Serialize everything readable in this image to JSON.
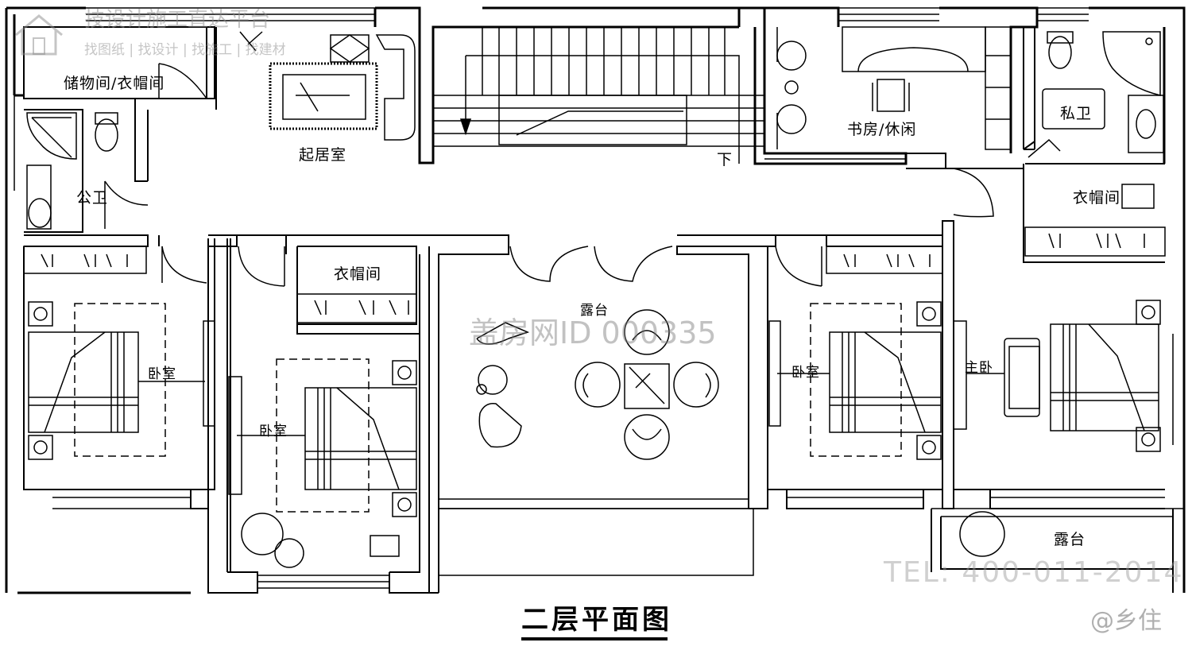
{
  "drawing": {
    "title": "二层平面图",
    "rooms": {
      "storage": "储物间/衣帽间",
      "living": "起居室",
      "stairs_down": "下",
      "study": "书房/休闲",
      "private_bath": "私卫",
      "public_bath": "公卫",
      "closet_right": "衣帽间",
      "closet_mid": "衣帽间",
      "terrace_main": "露台",
      "bedroom_1": "卧室",
      "bedroom_2": "卧室",
      "bedroom_3": "卧室",
      "master_bedroom": "主卧",
      "terrace_small": "露台"
    }
  },
  "watermarks": {
    "site_id": "盖房网ID 000335",
    "phone": "TEL: 400-011-2014",
    "brand": "@乡住",
    "top_title": "技设计施工直达平台",
    "top_sub": "找图纸 | 找设计 | 找施工 | 找建材"
  },
  "colors": {
    "line": "#000000",
    "watermark": "#9a9a9a"
  }
}
